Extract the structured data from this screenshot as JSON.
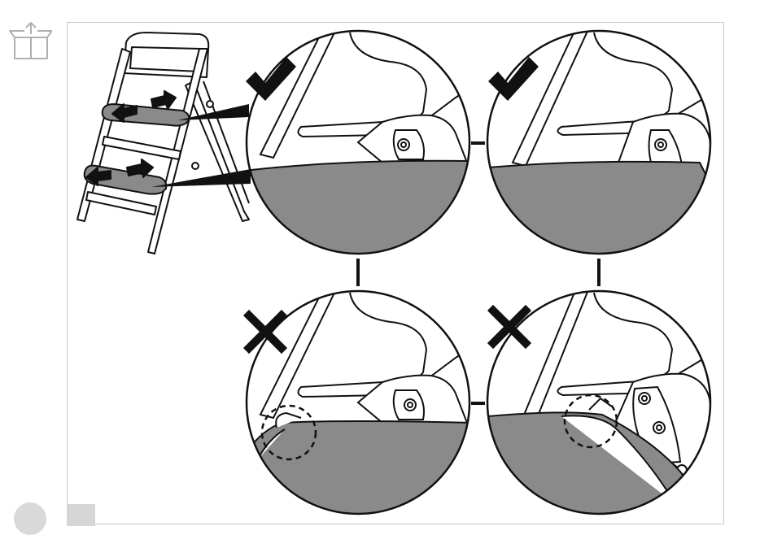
{
  "colors": {
    "outline": "#111111",
    "sand": "#8a8a8a",
    "frame": "#c8c8c8",
    "marker_grey": "#d6d6d6",
    "page_dot": "#d9d9d9"
  },
  "icons": {
    "header": "box-unpack-icon",
    "correct": "checkmark-icon",
    "incorrect": "cross-icon",
    "highlight": "dashed-circle-highlight"
  },
  "panels": [
    {
      "id": "top-left",
      "status": "correct"
    },
    {
      "id": "top-right",
      "status": "correct"
    },
    {
      "id": "bottom-left",
      "status": "incorrect",
      "highlight": true
    },
    {
      "id": "bottom-right",
      "status": "incorrect",
      "highlight": true
    }
  ],
  "footer": {
    "page_indicator": "page-dot",
    "marker": "page-square"
  }
}
